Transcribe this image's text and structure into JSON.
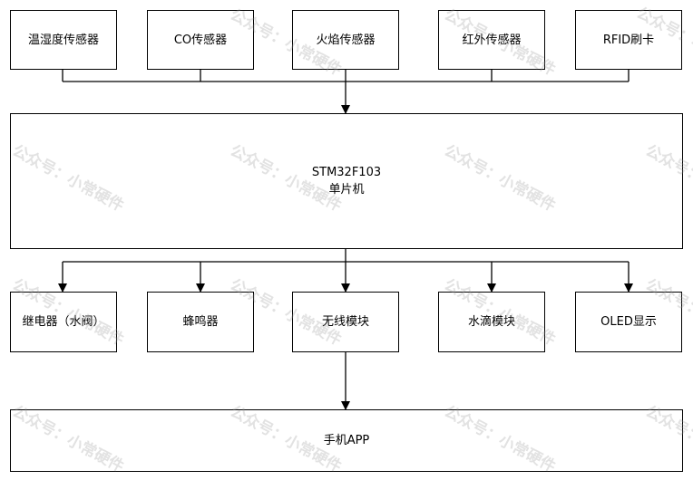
{
  "sensors": [
    "温湿度传感器",
    "CO传感器",
    "火焰传感器",
    "红外传感器",
    "RFID刷卡"
  ],
  "mcu": {
    "line1": "STM32F103",
    "line2": "单片机"
  },
  "outputs": [
    "继电器（水阀）",
    "蜂鸣器",
    "无线模块",
    "水滴模块",
    "OLED显示"
  ],
  "app": "手机APP",
  "watermark": "公众号：小常硬件"
}
